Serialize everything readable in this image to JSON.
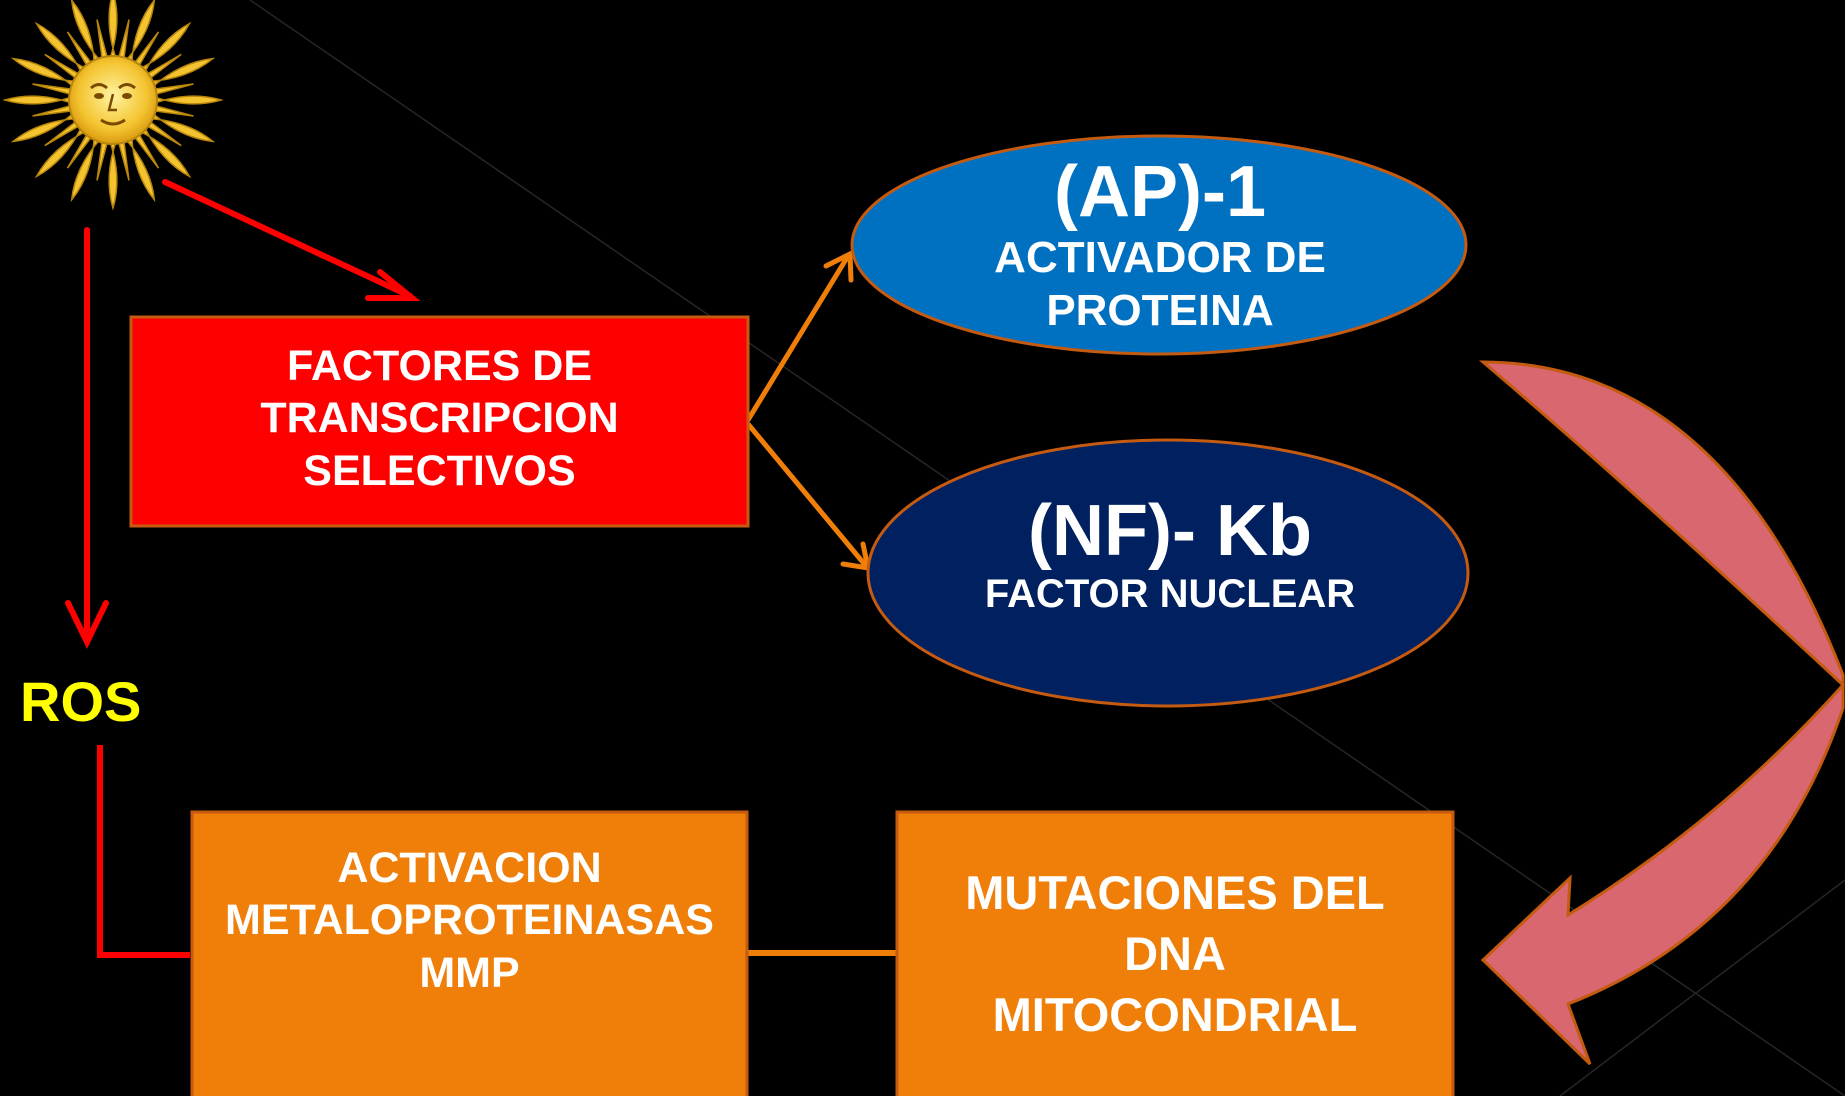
{
  "nodes": {
    "sun": {
      "icon": "sun-face-icon"
    },
    "factores": {
      "lines": [
        "FACTORES DE",
        "TRANSCRIPCION",
        "SELECTIVOS"
      ],
      "fill": "#ff0000"
    },
    "ap1": {
      "title": "(AP)-1",
      "lines": [
        "ACTIVADOR DE",
        "PROTEINA"
      ],
      "fill": "#0070c0"
    },
    "nfkb": {
      "title": "(NF)- Kb",
      "lines": [
        "FACTOR NUCLEAR"
      ],
      "fill": "#002060"
    },
    "ros": {
      "label": "ROS",
      "color": "#ffff00"
    },
    "activacion": {
      "lines": [
        "ACTIVACION",
        "METALOPROTEINASAS",
        "MMP"
      ],
      "fill": "#f07f09"
    },
    "mutaciones": {
      "lines": [
        "MUTACIONES DEL",
        "DNA",
        "MITOCONDRIAL"
      ],
      "fill": "#f07f09"
    }
  },
  "colors": {
    "background": "#000000",
    "red_arrow": "#ff0000",
    "orange_connector": "#f07f09",
    "curved_arrow": "#d96770",
    "border": "#c55a11"
  }
}
